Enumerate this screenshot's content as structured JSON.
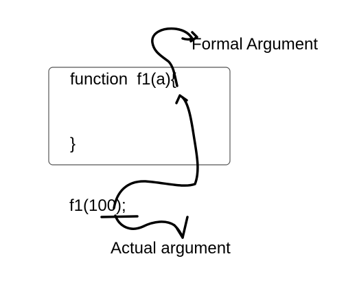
{
  "labels": {
    "formal_argument": "Formal Argument",
    "actual_argument": "Actual argument"
  },
  "code": {
    "line1": "function  f1(a){",
    "line3": "}",
    "call": "f1(100);"
  },
  "colors": {
    "ink": "#000000",
    "box_border": "#555555",
    "background": "#ffffff"
  }
}
